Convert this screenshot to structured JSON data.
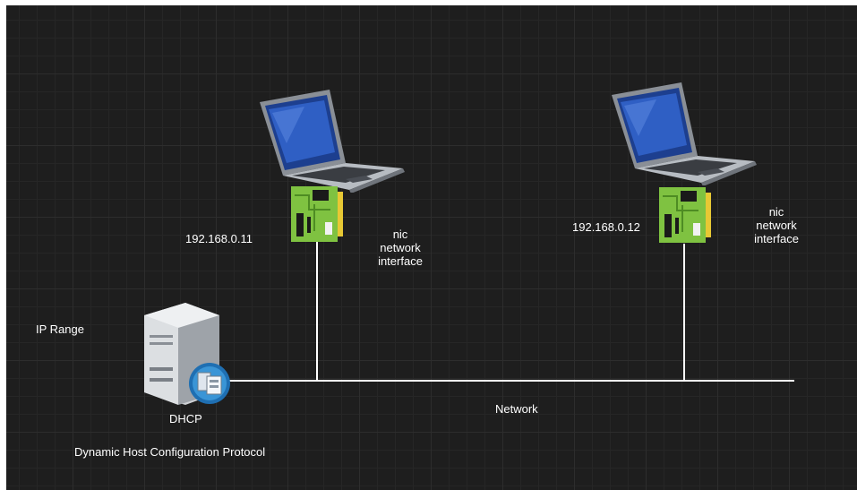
{
  "diagram": {
    "nodes": {
      "laptop_1": {
        "ip": "192.168.0.11",
        "nic_line1": "nic",
        "nic_line2": "network",
        "nic_line3": "interface"
      },
      "laptop_2": {
        "ip": "192.168.0.12",
        "nic_line1": "nic",
        "nic_line2": "network",
        "nic_line3": "interface"
      },
      "dhcp_server": {
        "label": "DHCP",
        "description": "Dynamic Host Configuration  Protocol",
        "side_label": "IP Range"
      }
    },
    "network_label": "Network",
    "icons": [
      "laptop-icon",
      "nic-card-icon",
      "server-icon",
      "dhcp-badge-icon"
    ],
    "colors": {
      "canvas": "#1e1e1e",
      "grid": "#2d2d2d",
      "wire": "#ffffff",
      "text": "#ffffff",
      "nic_green": "#7fc241"
    }
  }
}
